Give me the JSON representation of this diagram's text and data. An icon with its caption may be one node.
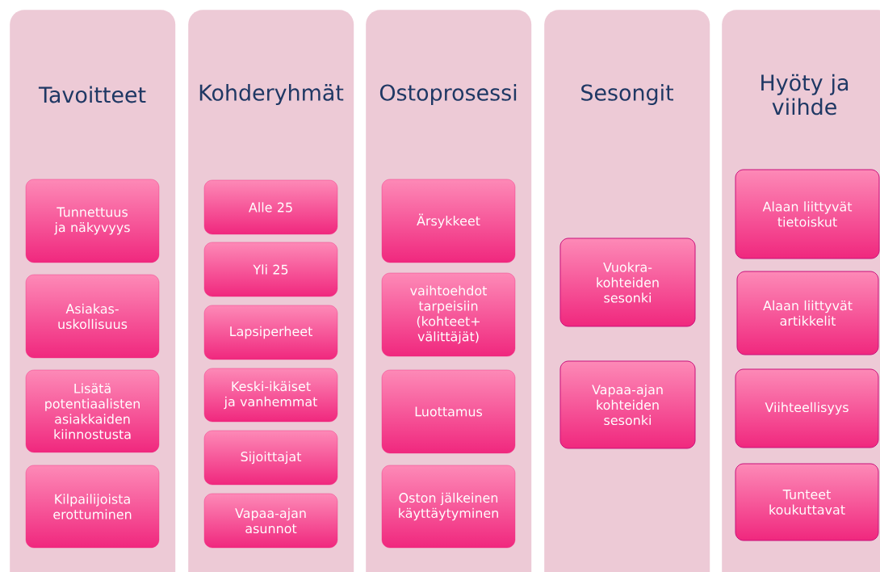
{
  "diagram": {
    "nodes": [
      {
        "text": [
          "Tavoitteet"
        ]
      },
      {
        "text": [
          "Tunnettuus ja näkyvyys"
        ],
        "in": 0
      },
      {
        "text": [
          "Asiakas- uskollisuus"
        ],
        "in": 0
      },
      {
        "text": [
          "Lisätä potentiaalisten asiakkaiden kiinnostusta"
        ],
        "in": 0
      },
      {
        "text": [
          "Kilpailijoista erottuminen"
        ],
        "in": 0
      },
      {
        "text": [
          "Kohderyhmät"
        ]
      },
      {
        "text": [
          "Alle 25"
        ],
        "in": 5
      },
      {
        "text": [
          "Yli 25"
        ],
        "in": 5
      },
      {
        "text": [
          "Lapsiperheet"
        ],
        "in": 5
      },
      {
        "text": [
          "Keski-ikäiset ja vanhemmat"
        ],
        "in": 5
      },
      {
        "text": [
          "Sijoittajat"
        ],
        "in": 5
      },
      {
        "text": [
          "Vapaa-ajan asunnot"
        ],
        "in": 5
      },
      {
        "text": [
          "Ostoprosessi"
        ]
      },
      {
        "text": [
          "Ärsykkeet"
        ],
        "in": 12
      },
      {
        "text": [
          "vaihtoehdot tarpeisiin (kohteet+ välittäjät)"
        ],
        "in": 12
      },
      {
        "text": [
          "Luottamus"
        ],
        "in": 12
      },
      {
        "text": [
          "Oston jälkeinen käyttäytyminen"
        ],
        "in": 12
      },
      {
        "text": [
          "Sesongit"
        ]
      },
      {
        "text": [
          "Vuokra- kohteiden sesonki"
        ],
        "in": 17
      },
      {
        "text": [
          "Vapaa-ajan kohteiden sesonki"
        ],
        "in": 17
      },
      {
        "text": [
          "Hyöty ja viihde"
        ]
      },
      {
        "text": [
          "Alaan liittyvät tietoiskut"
        ],
        "in": 20
      },
      {
        "text": [
          "Alaan liittyvät artikkelit"
        ],
        "in": 20
      },
      {
        "text": [
          "Viihteellisyys"
        ],
        "in": 20
      },
      {
        "text": [
          "Tunteet koukuttavat"
        ],
        "in": 20
      }
    ]
  }
}
